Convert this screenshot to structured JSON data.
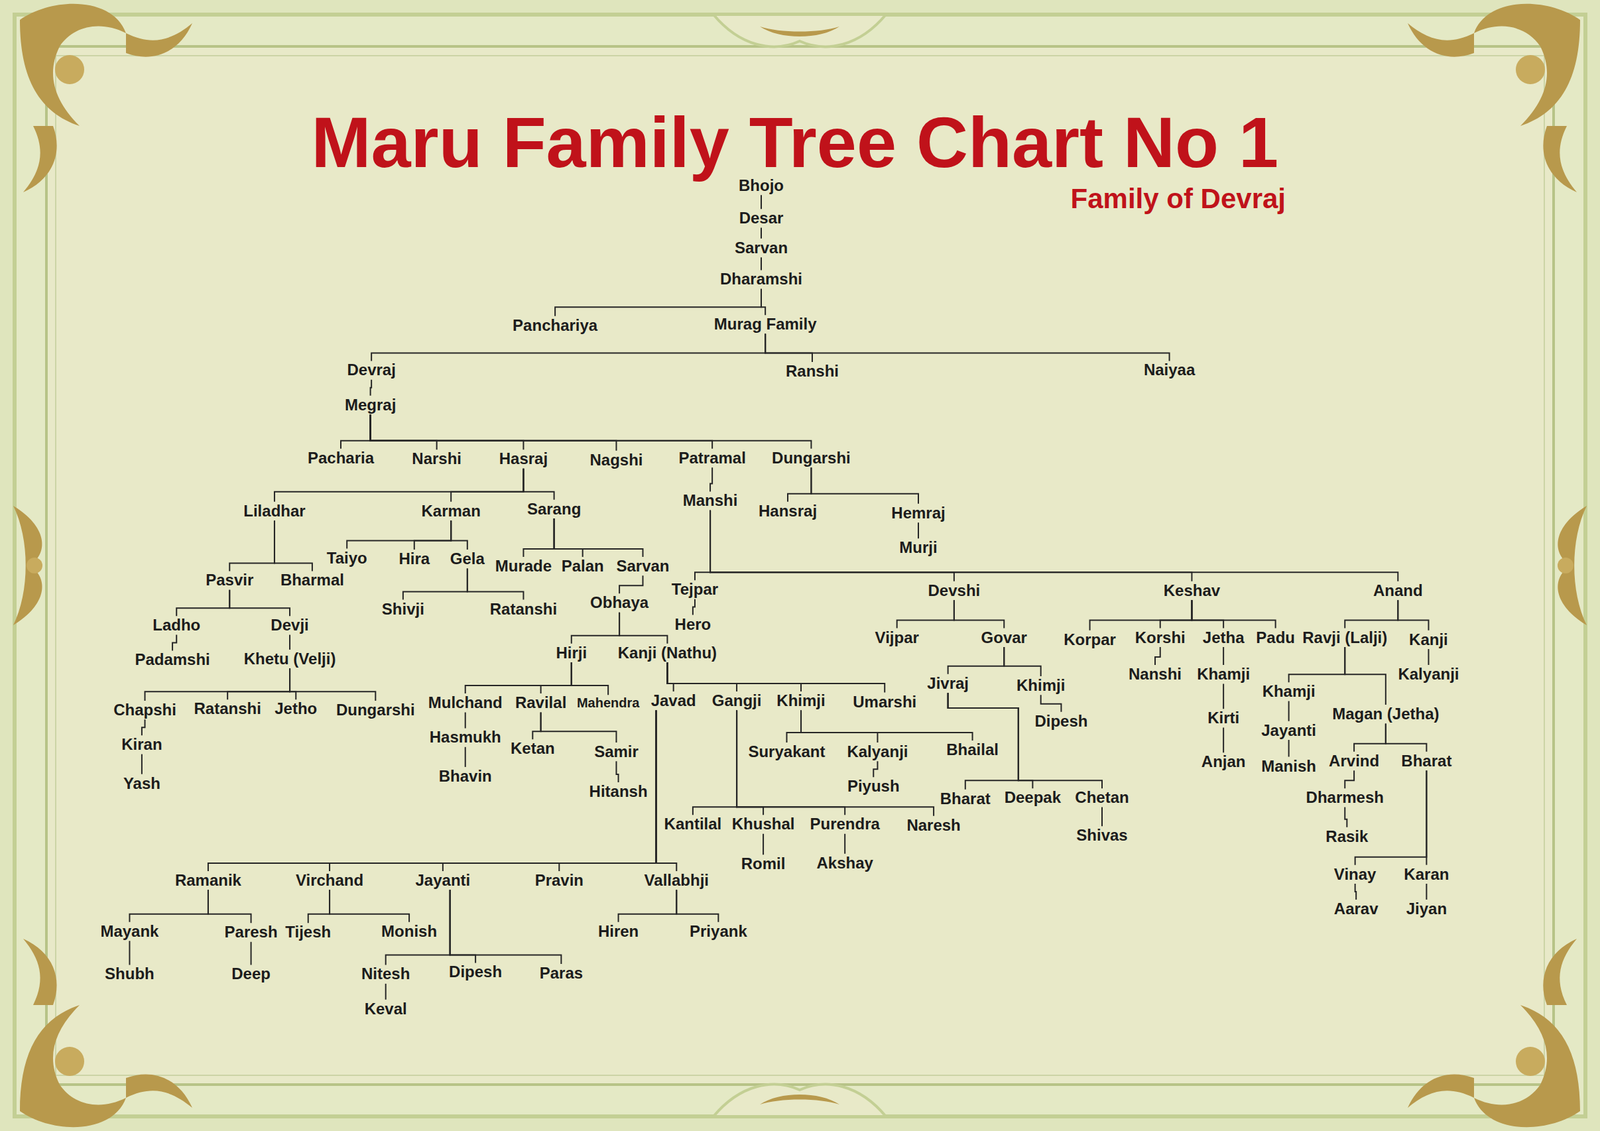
{
  "diagram": {
    "title": "Maru Family Tree Chart No 1",
    "nodes": [
      {
        "text": [
          "Bhojo"
        ]
      },
      {
        "text": [
          "Desar"
        ]
      },
      {
        "text": [
          "Sarvan"
        ]
      },
      {
        "text": [
          "Dharamshi"
        ]
      },
      {
        "text": [
          "Panchariya"
        ]
      },
      {
        "text": [
          "Murag Family"
        ]
      },
      {
        "text": [
          "Devraj"
        ]
      },
      {
        "text": [
          "Ranshi"
        ]
      },
      {
        "text": [
          "Naiyaa"
        ]
      },
      {
        "text": [
          "Megraj"
        ]
      },
      {
        "text": [
          "Pacharia"
        ]
      },
      {
        "text": [
          "Narshi"
        ]
      },
      {
        "text": [
          "Hasraj"
        ]
      },
      {
        "text": [
          "Nagshi"
        ]
      },
      {
        "text": [
          "Patramal"
        ]
      },
      {
        "text": [
          "Dungarshi"
        ]
      },
      {
        "text": [
          "Liladhar"
        ]
      },
      {
        "text": [
          "Karman"
        ]
      },
      {
        "text": [
          "Sarang"
        ]
      },
      {
        "text": [
          "Manshi"
        ]
      },
      {
        "text": [
          "Hansraj"
        ]
      },
      {
        "text": [
          "Hemraj"
        ]
      },
      {
        "text": [
          "Taiyo"
        ]
      },
      {
        "text": [
          "Hira"
        ]
      },
      {
        "text": [
          "Gela"
        ]
      },
      {
        "text": [
          "Murade"
        ]
      },
      {
        "text": [
          "Palan"
        ]
      },
      {
        "text": [
          "Sarvan"
        ]
      },
      {
        "text": [
          "Murji"
        ]
      },
      {
        "text": [
          "Pasvir"
        ]
      },
      {
        "text": [
          "Bharmal"
        ]
      },
      {
        "text": [
          "Tejpar"
        ]
      },
      {
        "text": [
          "Devshi"
        ]
      },
      {
        "text": [
          "Keshav"
        ]
      },
      {
        "text": [
          "Anand"
        ]
      },
      {
        "text": [
          "Shivji"
        ]
      },
      {
        "text": [
          "Ratanshi"
        ]
      },
      {
        "text": [
          "Obhaya"
        ]
      },
      {
        "text": [
          "Ladho"
        ]
      },
      {
        "text": [
          "Devji"
        ]
      },
      {
        "text": [
          "Hero"
        ]
      },
      {
        "text": [
          "Vijpar"
        ]
      },
      {
        "text": [
          "Govar"
        ]
      },
      {
        "text": [
          "Korpar"
        ]
      },
      {
        "text": [
          "Korshi"
        ]
      },
      {
        "text": [
          "Jetha"
        ]
      },
      {
        "text": [
          "Padu"
        ]
      },
      {
        "text": [
          "Ravji (Lalji)"
        ]
      },
      {
        "text": [
          "Kanji"
        ]
      },
      {
        "text": [
          "Padamshi"
        ]
      },
      {
        "text": [
          "Khetu (Velji)"
        ]
      },
      {
        "text": [
          "Hirji"
        ]
      },
      {
        "text": [
          "Kanji (Nathu)"
        ]
      },
      {
        "text": [
          "Jivraj"
        ]
      },
      {
        "text": [
          "Khimji"
        ]
      },
      {
        "text": [
          "Nanshi"
        ]
      },
      {
        "text": [
          "Khamji"
        ]
      },
      {
        "text": [
          "Kalyanji"
        ]
      },
      {
        "text": [
          "Khamji"
        ]
      },
      {
        "text": [
          "Chapshi"
        ]
      },
      {
        "text": [
          "Ratanshi"
        ]
      },
      {
        "text": [
          "Jetho"
        ]
      },
      {
        "text": [
          "Dungarshi"
        ]
      },
      {
        "text": [
          "Mulchand"
        ]
      },
      {
        "text": [
          "Ravilal"
        ]
      },
      {
        "text": [
          "Mahendra"
        ]
      },
      {
        "text": [
          "Javad"
        ]
      },
      {
        "text": [
          "Gangji"
        ]
      },
      {
        "text": [
          "Khimji"
        ]
      },
      {
        "text": [
          "Umarshi"
        ]
      },
      {
        "text": [
          "Magan (Jetha)"
        ]
      },
      {
        "text": [
          "Kirti"
        ]
      },
      {
        "text": [
          "Dipesh"
        ]
      },
      {
        "text": [
          "Jayanti"
        ]
      },
      {
        "text": [
          "Hasmukh"
        ]
      },
      {
        "text": [
          "Kiran"
        ]
      },
      {
        "text": [
          "Ketan"
        ]
      },
      {
        "text": [
          "Samir"
        ]
      },
      {
        "text": [
          "Suryakant"
        ]
      },
      {
        "text": [
          "Kalyanji"
        ]
      },
      {
        "text": [
          "Bhailal"
        ]
      },
      {
        "text": [
          "Arvind"
        ]
      },
      {
        "text": [
          "Bharat"
        ]
      },
      {
        "text": [
          "Anjan"
        ]
      },
      {
        "text": [
          "Manish"
        ]
      },
      {
        "text": [
          "Bhavin"
        ]
      },
      {
        "text": [
          "Yash"
        ]
      },
      {
        "text": [
          "Hitansh"
        ]
      },
      {
        "text": [
          "Piyush"
        ]
      },
      {
        "text": [
          "Bharat"
        ]
      },
      {
        "text": [
          "Deepak"
        ]
      },
      {
        "text": [
          "Chetan"
        ]
      },
      {
        "text": [
          "Dharmesh"
        ]
      },
      {
        "text": [
          "Shivas"
        ]
      },
      {
        "text": [
          "Kantilal"
        ]
      },
      {
        "text": [
          "Khushal"
        ]
      },
      {
        "text": [
          "Purendra"
        ]
      },
      {
        "text": [
          "Naresh"
        ]
      },
      {
        "text": [
          "Rasik"
        ]
      },
      {
        "text": [
          "Romil"
        ]
      },
      {
        "text": [
          "Akshay"
        ]
      },
      {
        "text": [
          "Vinay"
        ]
      },
      {
        "text": [
          "Karan"
        ]
      },
      {
        "text": [
          "Ramanik"
        ]
      },
      {
        "text": [
          "Virchand"
        ]
      },
      {
        "text": [
          "Jayanti"
        ]
      },
      {
        "text": [
          "Pravin"
        ]
      },
      {
        "text": [
          "Vallabhji"
        ]
      },
      {
        "text": [
          "Aarav"
        ]
      },
      {
        "text": [
          "Jiyan"
        ]
      },
      {
        "text": [
          "Mayank"
        ]
      },
      {
        "text": [
          "Paresh"
        ]
      },
      {
        "text": [
          "Tijesh"
        ]
      },
      {
        "text": [
          "Monish"
        ]
      },
      {
        "text": [
          "Hiren"
        ]
      },
      {
        "text": [
          "Priyank"
        ]
      },
      {
        "text": [
          "Shubh"
        ]
      },
      {
        "text": [
          "Deep"
        ]
      },
      {
        "text": [
          "Nitesh"
        ]
      },
      {
        "text": [
          "Dipesh"
        ]
      },
      {
        "text": [
          "Paras"
        ]
      },
      {
        "text": [
          "Keval"
        ]
      }
    ],
    "edges": [
      {
        "from": 0,
        "to": 1,
        "arrow": "none"
      },
      {
        "from": 1,
        "to": 2,
        "arrow": "none"
      },
      {
        "from": 2,
        "to": 3,
        "arrow": "none"
      },
      {
        "from": 3,
        "to": 4,
        "arrow": "none"
      },
      {
        "from": 3,
        "to": 5,
        "arrow": "none"
      },
      {
        "from": 5,
        "to": 6,
        "arrow": "none"
      },
      {
        "from": 5,
        "to": 7,
        "arrow": "none"
      },
      {
        "from": 5,
        "to": 8,
        "arrow": "none"
      },
      {
        "from": 6,
        "to": 9,
        "arrow": "none"
      },
      {
        "from": 9,
        "to": 10,
        "arrow": "none"
      },
      {
        "from": 9,
        "to": 11,
        "arrow": "none"
      },
      {
        "from": 9,
        "to": 12,
        "arrow": "none"
      },
      {
        "from": 9,
        "to": 13,
        "arrow": "none"
      },
      {
        "from": 9,
        "to": 14,
        "arrow": "none"
      },
      {
        "from": 9,
        "to": 15,
        "arrow": "none"
      },
      {
        "from": 12,
        "to": 16,
        "arrow": "none"
      },
      {
        "from": 12,
        "to": 17,
        "arrow": "none"
      },
      {
        "from": 12,
        "to": 18,
        "arrow": "none"
      },
      {
        "from": 14,
        "to": 19,
        "arrow": "none"
      },
      {
        "from": 15,
        "to": 20,
        "arrow": "none"
      },
      {
        "from": 15,
        "to": 21,
        "arrow": "none"
      },
      {
        "from": 17,
        "to": 22,
        "arrow": "none"
      },
      {
        "from": 17,
        "to": 23,
        "arrow": "none"
      },
      {
        "from": 17,
        "to": 24,
        "arrow": "none"
      },
      {
        "from": 18,
        "to": 25,
        "arrow": "none"
      },
      {
        "from": 18,
        "to": 26,
        "arrow": "none"
      },
      {
        "from": 18,
        "to": 27,
        "arrow": "none"
      },
      {
        "from": 21,
        "to": 28,
        "arrow": "none"
      },
      {
        "from": 16,
        "to": 29,
        "arrow": "none"
      },
      {
        "from": 16,
        "to": 30,
        "arrow": "none"
      },
      {
        "from": 19,
        "to": 31,
        "arrow": "none"
      },
      {
        "from": 19,
        "to": 32,
        "arrow": "none"
      },
      {
        "from": 19,
        "to": 33,
        "arrow": "none"
      },
      {
        "from": 19,
        "to": 34,
        "arrow": "none"
      },
      {
        "from": 24,
        "to": 35,
        "arrow": "none"
      },
      {
        "from": 24,
        "to": 36,
        "arrow": "none"
      },
      {
        "from": 27,
        "to": 37,
        "arrow": "none"
      },
      {
        "from": 29,
        "to": 38,
        "arrow": "none"
      },
      {
        "from": 29,
        "to": 39,
        "arrow": "none"
      },
      {
        "from": 31,
        "to": 40,
        "arrow": "none"
      },
      {
        "from": 32,
        "to": 41,
        "arrow": "none"
      },
      {
        "from": 32,
        "to": 42,
        "arrow": "none"
      },
      {
        "from": 33,
        "to": 43,
        "arrow": "none"
      },
      {
        "from": 33,
        "to": 44,
        "arrow": "none"
      },
      {
        "from": 33,
        "to": 45,
        "arrow": "none"
      },
      {
        "from": 33,
        "to": 46,
        "arrow": "none"
      },
      {
        "from": 34,
        "to": 47,
        "arrow": "none"
      },
      {
        "from": 34,
        "to": 48,
        "arrow": "none"
      },
      {
        "from": 38,
        "to": 49,
        "arrow": "none"
      },
      {
        "from": 39,
        "to": 50,
        "arrow": "none"
      },
      {
        "from": 37,
        "to": 51,
        "arrow": "none"
      },
      {
        "from": 37,
        "to": 52,
        "arrow": "none"
      },
      {
        "from": 42,
        "to": 53,
        "arrow": "none"
      },
      {
        "from": 42,
        "to": 54,
        "arrow": "none"
      },
      {
        "from": 44,
        "to": 55,
        "arrow": "none"
      },
      {
        "from": 45,
        "to": 56,
        "arrow": "none"
      },
      {
        "from": 48,
        "to": 57,
        "arrow": "none"
      },
      {
        "from": 47,
        "to": 58,
        "arrow": "none"
      },
      {
        "from": 47,
        "to": 70,
        "arrow": "none"
      },
      {
        "from": 50,
        "to": 59,
        "arrow": "none"
      },
      {
        "from": 50,
        "to": 60,
        "arrow": "none"
      },
      {
        "from": 50,
        "to": 61,
        "arrow": "none"
      },
      {
        "from": 50,
        "to": 62,
        "arrow": "none"
      },
      {
        "from": 51,
        "to": 63,
        "arrow": "none"
      },
      {
        "from": 51,
        "to": 64,
        "arrow": "none"
      },
      {
        "from": 51,
        "to": 65,
        "arrow": "none"
      },
      {
        "from": 52,
        "to": 66,
        "arrow": "none"
      },
      {
        "from": 52,
        "to": 67,
        "arrow": "none"
      },
      {
        "from": 52,
        "to": 68,
        "arrow": "none"
      },
      {
        "from": 52,
        "to": 69,
        "arrow": "none"
      },
      {
        "from": 56,
        "to": 71,
        "arrow": "none"
      },
      {
        "from": 54,
        "to": 72,
        "arrow": "none"
      },
      {
        "from": 58,
        "to": 73,
        "arrow": "none"
      },
      {
        "from": 63,
        "to": 74,
        "arrow": "none"
      },
      {
        "from": 59,
        "to": 75,
        "arrow": "none"
      },
      {
        "from": 64,
        "to": 76,
        "arrow": "none"
      },
      {
        "from": 64,
        "to": 77,
        "arrow": "none"
      },
      {
        "from": 68,
        "to": 78,
        "arrow": "none"
      },
      {
        "from": 68,
        "to": 79,
        "arrow": "none"
      },
      {
        "from": 68,
        "to": 80,
        "arrow": "none"
      },
      {
        "from": 70,
        "to": 81,
        "arrow": "none"
      },
      {
        "from": 70,
        "to": 82,
        "arrow": "none"
      },
      {
        "from": 71,
        "to": 83,
        "arrow": "none"
      },
      {
        "from": 73,
        "to": 84,
        "arrow": "none"
      },
      {
        "from": 74,
        "to": 85,
        "arrow": "none"
      },
      {
        "from": 75,
        "to": 86,
        "arrow": "none"
      },
      {
        "from": 77,
        "to": 87,
        "arrow": "none"
      },
      {
        "from": 79,
        "to": 88,
        "arrow": "none"
      },
      {
        "from": 53,
        "to": 89,
        "arrow": "none"
      },
      {
        "from": 53,
        "to": 90,
        "arrow": "none"
      },
      {
        "from": 53,
        "to": 91,
        "arrow": "none"
      },
      {
        "from": 81,
        "to": 92,
        "arrow": "none"
      },
      {
        "from": 91,
        "to": 93,
        "arrow": "none"
      },
      {
        "from": 67,
        "to": 94,
        "arrow": "none"
      },
      {
        "from": 67,
        "to": 95,
        "arrow": "none"
      },
      {
        "from": 67,
        "to": 96,
        "arrow": "none"
      },
      {
        "from": 67,
        "to": 97,
        "arrow": "none"
      },
      {
        "from": 92,
        "to": 98,
        "arrow": "none"
      },
      {
        "from": 95,
        "to": 99,
        "arrow": "none"
      },
      {
        "from": 96,
        "to": 100,
        "arrow": "none"
      },
      {
        "from": 82,
        "to": 101,
        "arrow": "none"
      },
      {
        "from": 82,
        "to": 102,
        "arrow": "none"
      },
      {
        "from": 66,
        "to": 103,
        "arrow": "none"
      },
      {
        "from": 66,
        "to": 104,
        "arrow": "none"
      },
      {
        "from": 66,
        "to": 105,
        "arrow": "none"
      },
      {
        "from": 66,
        "to": 106,
        "arrow": "none"
      },
      {
        "from": 66,
        "to": 107,
        "arrow": "none"
      },
      {
        "from": 101,
        "to": 108,
        "arrow": "none"
      },
      {
        "from": 102,
        "to": 109,
        "arrow": "none"
      },
      {
        "from": 103,
        "to": 110,
        "arrow": "none"
      },
      {
        "from": 103,
        "to": 111,
        "arrow": "none"
      },
      {
        "from": 104,
        "to": 112,
        "arrow": "none"
      },
      {
        "from": 104,
        "to": 113,
        "arrow": "none"
      },
      {
        "from": 107,
        "to": 114,
        "arrow": "none"
      },
      {
        "from": 107,
        "to": 115,
        "arrow": "none"
      },
      {
        "from": 105,
        "to": 118,
        "arrow": "none"
      },
      {
        "from": 105,
        "to": 119,
        "arrow": "none"
      },
      {
        "from": 105,
        "to": 120,
        "arrow": "none"
      },
      {
        "from": 110,
        "to": 116,
        "arrow": "none"
      },
      {
        "from": 111,
        "to": 117,
        "arrow": "none"
      },
      {
        "from": 118,
        "to": 121,
        "arrow": "none"
      }
    ],
    "labels": [
      "Family of Devraj"
    ]
  }
}
